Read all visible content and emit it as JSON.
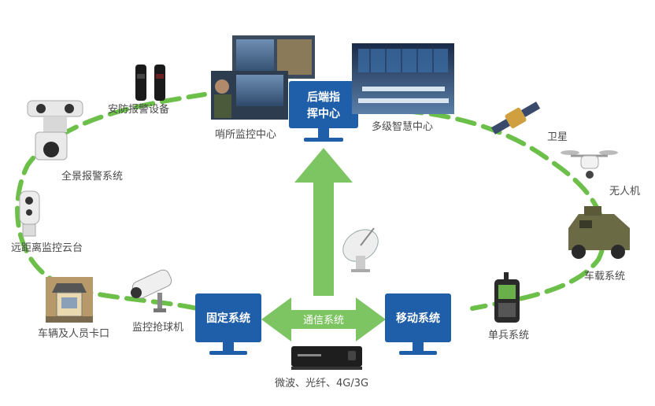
{
  "colors": {
    "ring_green": "#6cc04a",
    "arrow_green": "#7dc462",
    "monitor_blue": "#1f5ea8",
    "label_gray": "#4a4a4a"
  },
  "central": {
    "backend_line1": "后端指",
    "backend_line2": "挥中心",
    "fixed": "固定系统",
    "mobile": "移动系统",
    "comm": "通信系统",
    "transport": "微波、光纤、4G/3G"
  },
  "nodes": {
    "security_alarm": "安防报警设备",
    "sentry_center": "哨所监控中心",
    "wisdom_center": "多级智慧中心",
    "satellite": "卫星",
    "drone": "无人机",
    "vehicle": "车载系统",
    "soldier": "单兵系统",
    "bullet_camera": "监控抢球机",
    "checkpoint": "车辆及人员卡口",
    "long_range": "远距离监控云台",
    "panoramic": "全景报警系统"
  },
  "icons": {
    "security_alarm": "beam-detector-icon",
    "panoramic": "panoramic-camera-icon",
    "long_range": "ptz-camera-icon",
    "checkpoint": "guard-booth-icon",
    "bullet_camera": "bullet-camera-icon",
    "sentry_center": "operator-screens-icon",
    "wisdom_center": "control-room-icon",
    "satellite": "satellite-icon",
    "drone": "drone-icon",
    "vehicle": "armored-vehicle-icon",
    "soldier": "handheld-terminal-icon",
    "dish": "satellite-dish-icon",
    "router": "network-device-icon"
  }
}
